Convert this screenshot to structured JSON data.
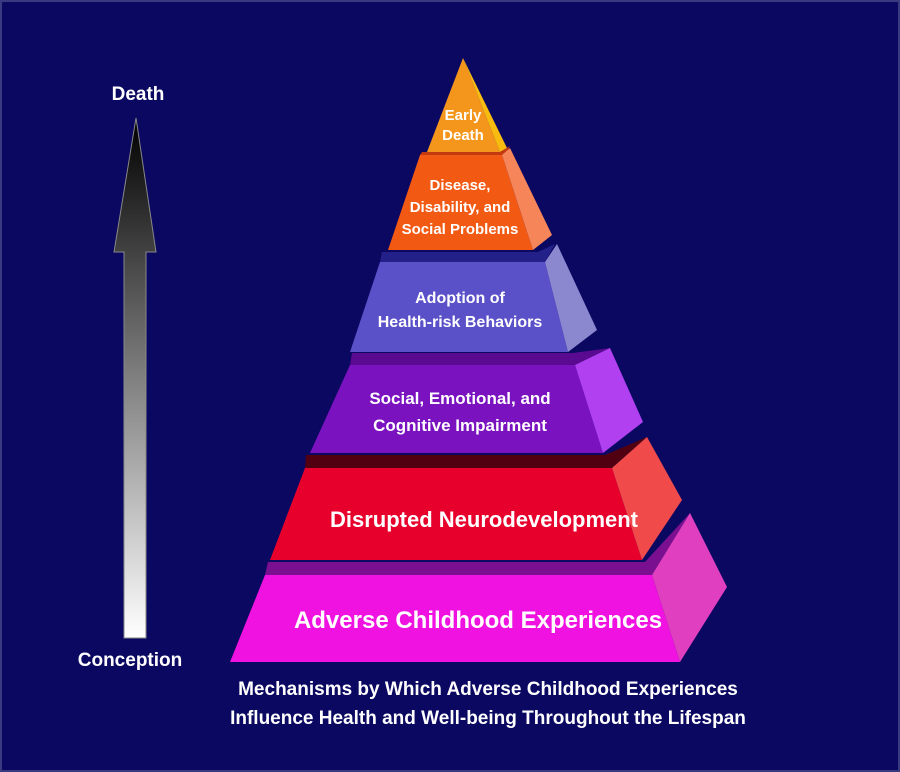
{
  "axis": {
    "top_label": "Death",
    "bottom_label": "Conception"
  },
  "tiers": [
    {
      "lines": [
        "Early",
        "Death"
      ],
      "front": "#f5961c",
      "side": "#f8bc10",
      "band": "#f5961c"
    },
    {
      "lines": [
        "Disease,",
        "Disability, and",
        "Social Problems"
      ],
      "front": "#f25a14",
      "side": "#f7855a",
      "band": "#c43a10"
    },
    {
      "lines": [
        "Adoption of",
        "Health-risk Behaviors"
      ],
      "front": "#5a50c8",
      "side": "#8c88d0",
      "band": "#24208a"
    },
    {
      "lines": [
        "Social, Emotional, and",
        "Cognitive Impairment"
      ],
      "front": "#7a12c0",
      "side": "#b040f0",
      "band": "#5a0a90"
    },
    {
      "lines": [
        "Disrupted Neurodevelopment"
      ],
      "front": "#e8002c",
      "side": "#f04a4a",
      "band": "#500010"
    },
    {
      "lines": [
        "Adverse Childhood Experiences"
      ],
      "front": "#f012e0",
      "side": "#e040c0",
      "band": "#7a1090"
    }
  ],
  "caption": [
    "Mechanisms by Which Adverse Childhood Experiences",
    "Influence Health and Well-being Throughout the Lifespan"
  ]
}
